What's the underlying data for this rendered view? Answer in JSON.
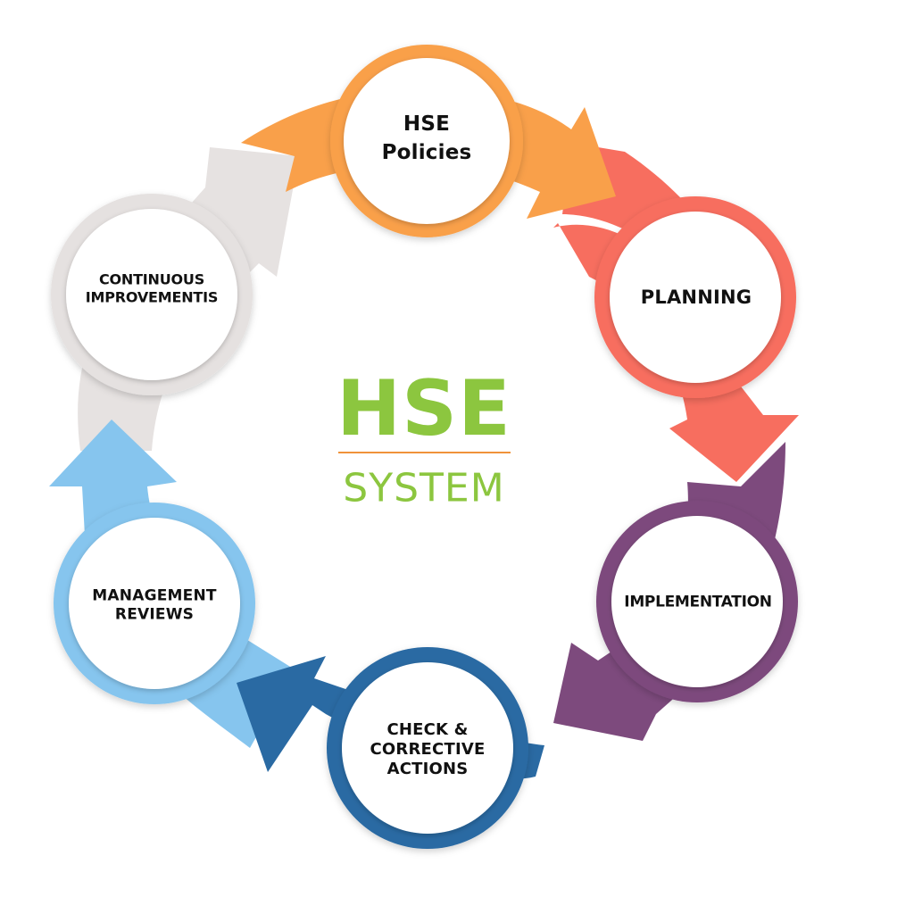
{
  "diagram": {
    "type": "cycle",
    "center": {
      "title": "HSE",
      "subtitle": "SYSTEM",
      "title_color": "#8cc63f",
      "rule_color": "#f0923a",
      "subtitle_color": "#8cc63f"
    },
    "steps": [
      {
        "id": "hse-policies",
        "lines": [
          "HSE",
          "Policies"
        ],
        "color": "#f9a04a",
        "next": "planning"
      },
      {
        "id": "planning",
        "lines": [
          "PLANNING"
        ],
        "color": "#f76e5f",
        "next": "implementation"
      },
      {
        "id": "implementation",
        "lines": [
          "IMPLEMENTATION"
        ],
        "color": "#7d4a7d",
        "next": "check-corrective-actions"
      },
      {
        "id": "check-corrective-actions",
        "lines": [
          "CHECK &",
          "CORRECTIVE",
          "ACTIONS"
        ],
        "color": "#2a6aa3",
        "next": "management-reviews"
      },
      {
        "id": "management-reviews",
        "lines": [
          "MANAGEMENT",
          "REVIEWS"
        ],
        "color": "#86c5ee",
        "next": "continuous-improvementis"
      },
      {
        "id": "continuous-improvementis",
        "lines": [
          "CONTINUOUS",
          "IMPROVEMENTIS"
        ],
        "color": "#e5e1e0",
        "next": "hse-policies"
      }
    ]
  }
}
